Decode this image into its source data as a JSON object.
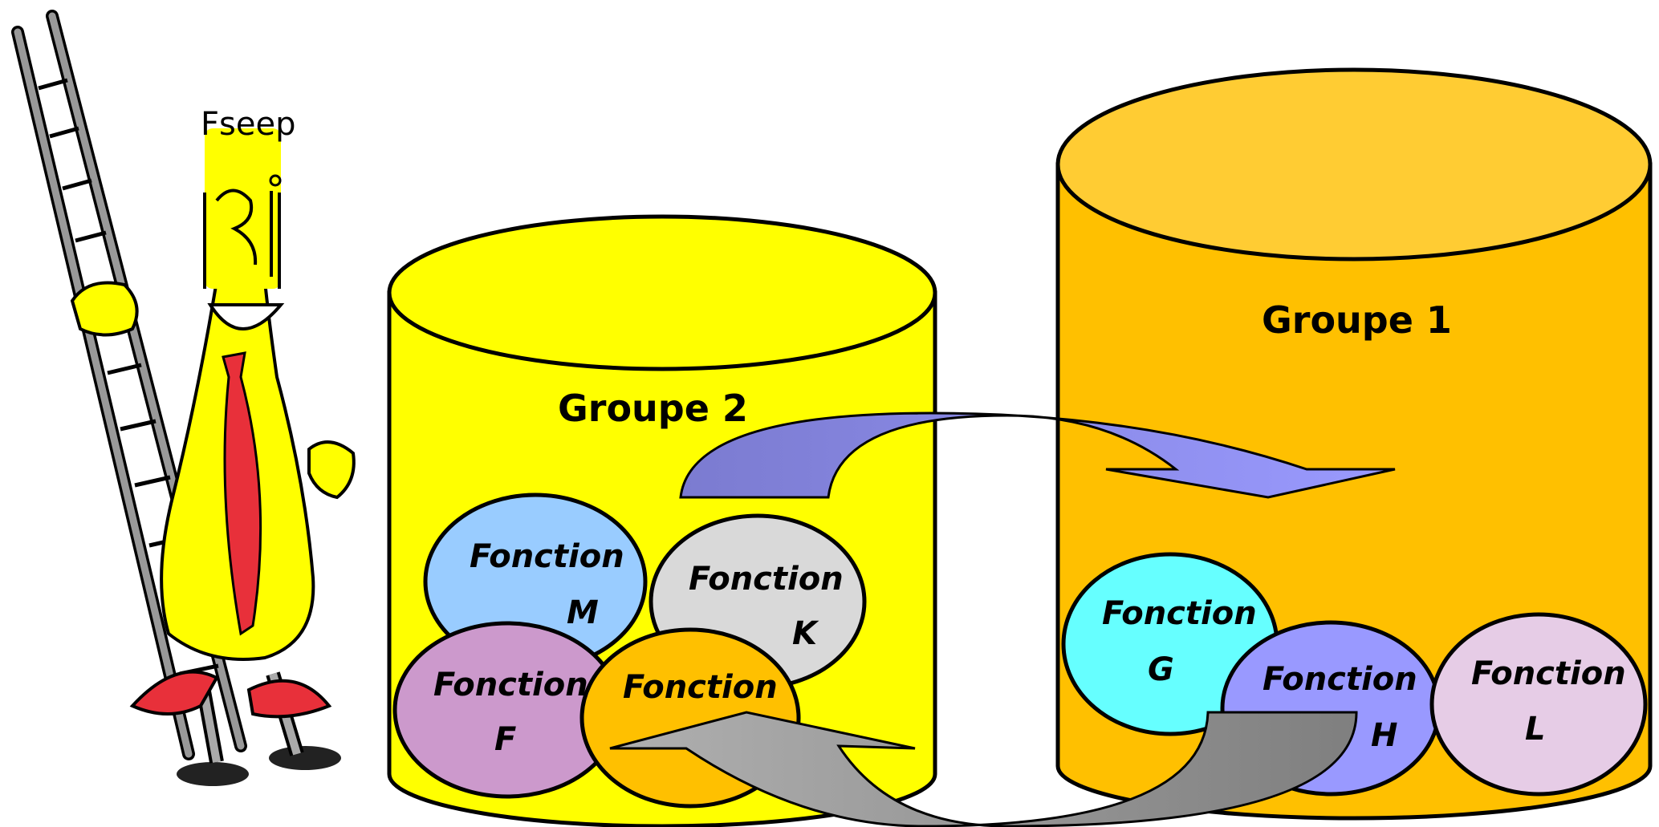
{
  "mascot": {
    "text": "Fseep"
  },
  "groups": [
    {
      "label": "Groupe 2",
      "color": "#FFFF00",
      "top_color": "#FFFF00"
    },
    {
      "label": "Groupe 1",
      "color": "#FFC000",
      "top_color": "#FFCC33"
    }
  ],
  "functions": [
    {
      "word": "Fonction",
      "letter": "M",
      "color": "#99CCFF"
    },
    {
      "word": "Fonction",
      "letter": "K",
      "color": "#D9D9D9"
    },
    {
      "word": "Fonction",
      "letter": "F",
      "color": "#CC99CC"
    },
    {
      "word": "Fonction",
      "letter": "",
      "color": "#FFC000"
    },
    {
      "word": "Fonction",
      "letter": "G",
      "color": "#66FFFF"
    },
    {
      "word": "Fonction",
      "letter": "H",
      "color": "#9999FF"
    },
    {
      "word": "Fonction",
      "letter": "L",
      "color": "#E6CCE6"
    }
  ],
  "arrows": [
    {
      "name": "move-to-groupe-1",
      "color": "#8080E0"
    },
    {
      "name": "move-to-groupe-2",
      "color": "#9E9E9E"
    }
  ]
}
